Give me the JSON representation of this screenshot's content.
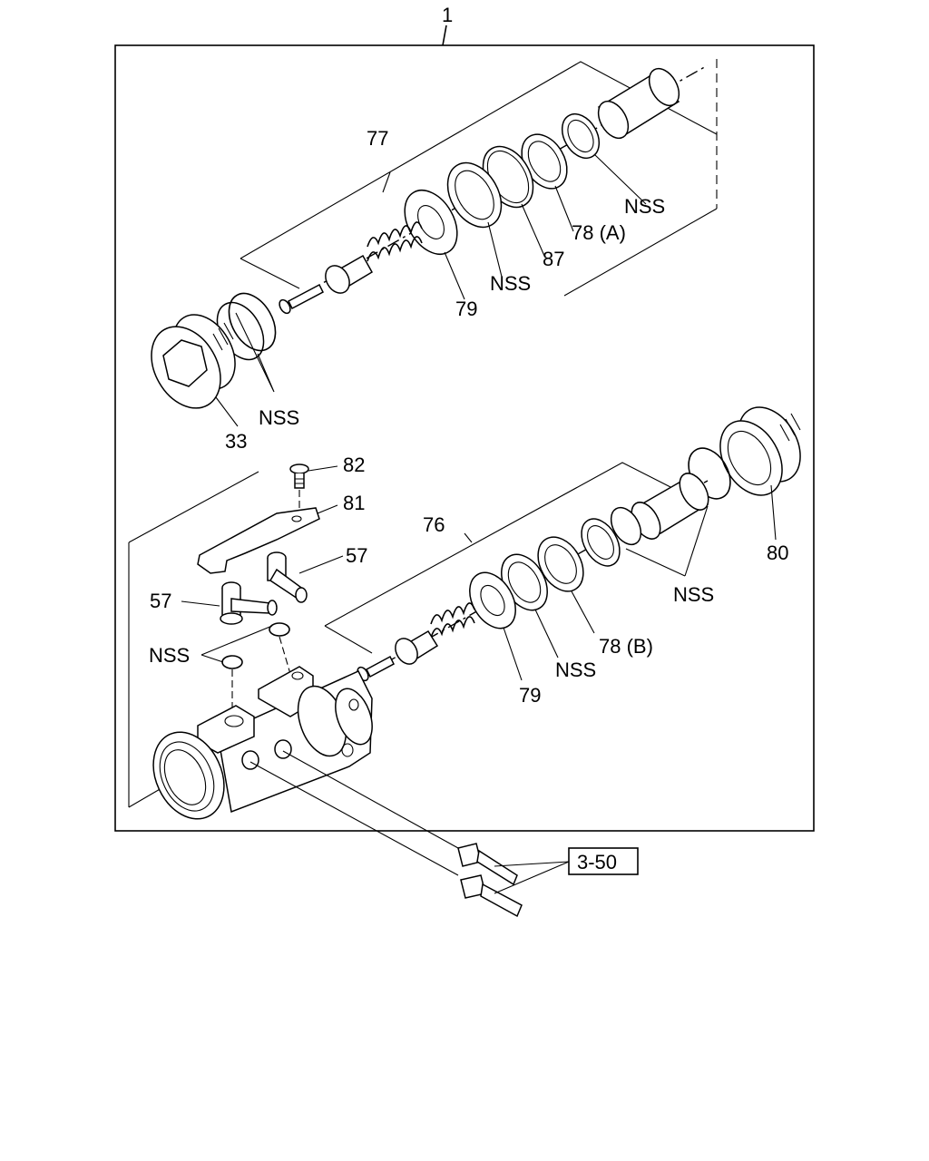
{
  "labels": {
    "assembly": "1",
    "upper_kit": "77",
    "lower_kit": "76",
    "plug_upper": "33",
    "plug_lower": "80",
    "screw": "82",
    "bracket": "81",
    "union_right": "57",
    "union_left": "57",
    "nss_upper_right": "NSS",
    "nss_upper_mid": "NSS",
    "nss_upper_oring": "NSS",
    "nss_lower_right": "NSS",
    "nss_lower_mid": "NSS",
    "nss_lower_left": "NSS",
    "cup_78a": "78 (A)",
    "cup_78b": "78 (B)",
    "ring_87": "87",
    "washer_upper": "79",
    "washer_lower": "79",
    "ref_box": "3-50"
  }
}
